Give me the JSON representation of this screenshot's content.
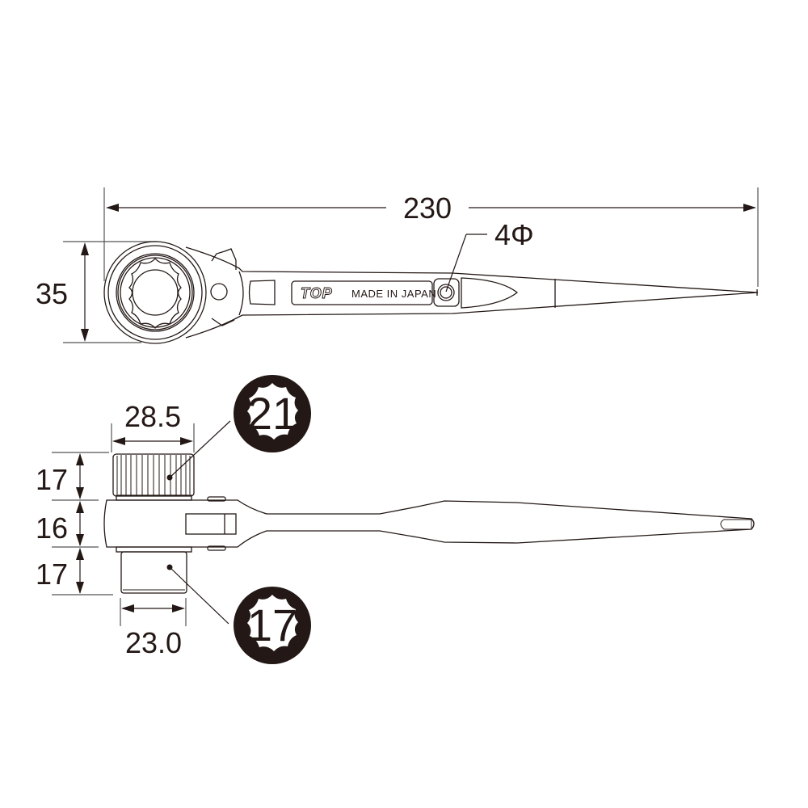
{
  "drawing": {
    "title": "Ratchet scaffolding wrench technical drawing",
    "top_view": {
      "length_dim": "230",
      "height_dim": "35",
      "hole_dim": "4Φ",
      "label_brand": "TOP",
      "label_origin": "MADE IN JAPAN"
    },
    "side_view": {
      "top_socket_width": "28.5",
      "bottom_socket_width": "23.0",
      "top_socket_height": "17",
      "head_thickness": "16",
      "bottom_socket_height": "17"
    },
    "badges": [
      {
        "size": "21",
        "target": "top-socket"
      },
      {
        "size": "17",
        "target": "bottom-socket"
      }
    ],
    "colors": {
      "line": "#231815",
      "background": "#ffffff"
    }
  }
}
